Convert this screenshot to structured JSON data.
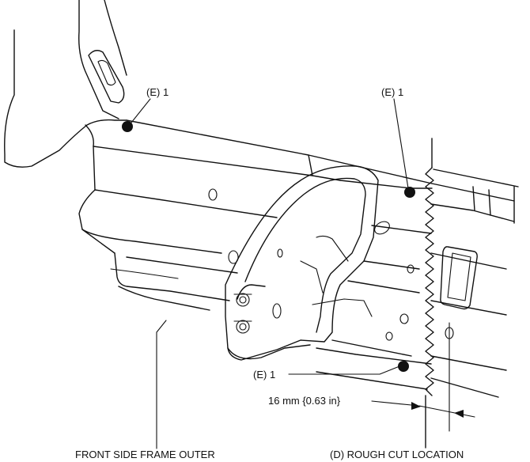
{
  "labels": {
    "weld_top_left": "(E) 1",
    "weld_top_right": "(E) 1",
    "weld_bottom": "(E) 1",
    "dimension": "16 mm {0.63 in}",
    "frame_part": "FRONT SIDE FRAME OUTER",
    "cut_location": "(D) ROUGH CUT LOCATION"
  },
  "colors": {
    "line": "#111111",
    "background": "#ffffff"
  }
}
